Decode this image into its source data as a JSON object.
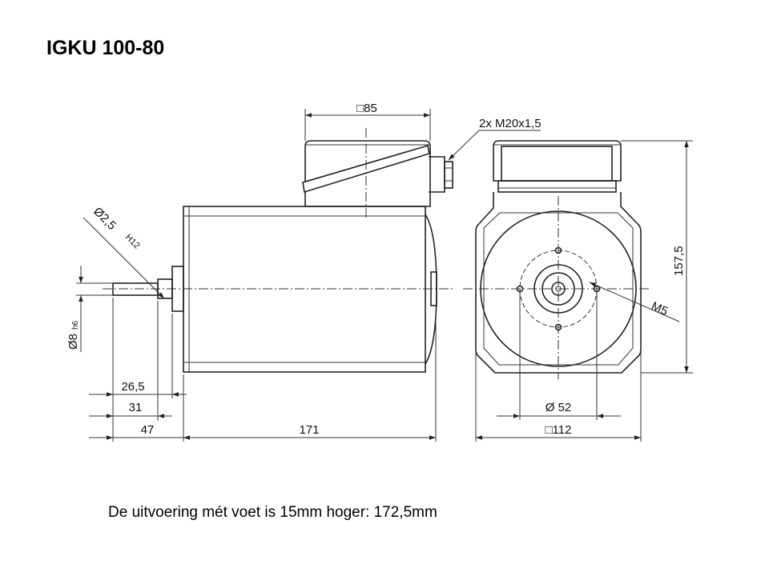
{
  "title": "IGKU 100-80",
  "note": "De uitvoering mét voet is 15mm hoger: 172,5mm",
  "dimensions": {
    "box_width": "□85",
    "cable_gland": "2x M20x1,5",
    "hole_diameter": "Ø2,5",
    "hole_tolerance": "H12",
    "shaft_diameter": "Ø8",
    "shaft_tolerance": "h6",
    "shaft_length_1": "26,5",
    "shaft_length_2": "31",
    "shaft_length_3": "47",
    "body_length": "171",
    "pilot_diameter": "Ø 52",
    "flange_square": "□112",
    "thread": "M5",
    "total_height": "157,5"
  }
}
